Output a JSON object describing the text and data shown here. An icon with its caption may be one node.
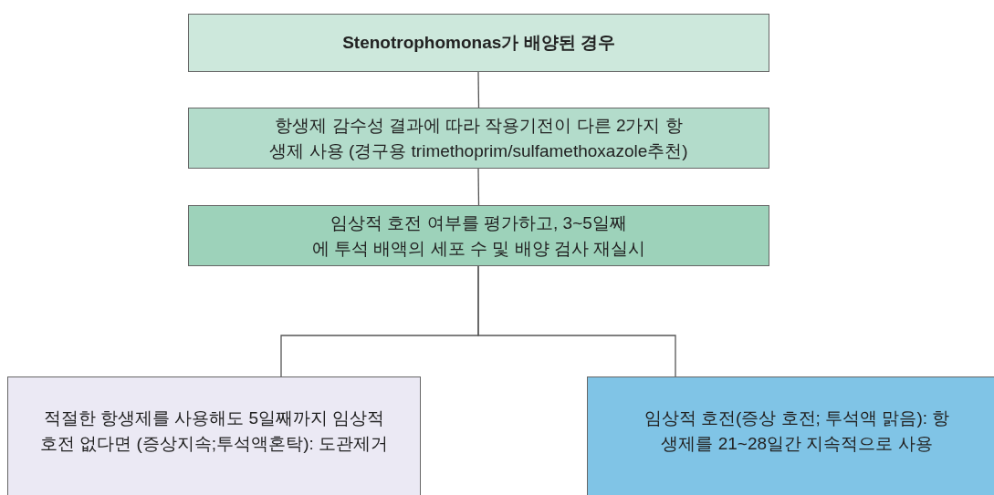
{
  "diagram": {
    "nodes": [
      {
        "text": [
          "Stenotrophomonas가 배양된 경우"
        ]
      },
      {
        "text": [
          "항생제 감수성 결과에 따라 작용기전이 다른 2가지 항생제 사용 (경구용 trimethoprim/sulfamethoxazole추천)"
        ]
      },
      {
        "text": [
          "임상적 호전 여부를 평가하고, 3~5일째에 투석 배액의 세포 수 및 배양 검사 재실시"
        ]
      },
      {
        "text": [
          "적절한 항생제를 사용해도 5일째까지 임상적 호전 없다면 (증상지속;투석액혼탁): 도관제거"
        ]
      },
      {
        "text": [
          "임상적 호전(증상 호전; 투석액 맑음): 항생제를 21~28일간 지속적으로 사용"
        ]
      }
    ],
    "edges": [
      {
        "from": 0,
        "to": 1,
        "arrow": "none"
      },
      {
        "from": 1,
        "to": 2,
        "arrow": "none"
      },
      {
        "from": 2,
        "to": 3,
        "arrow": "none"
      },
      {
        "from": 2,
        "to": 4,
        "arrow": "none"
      }
    ]
  }
}
